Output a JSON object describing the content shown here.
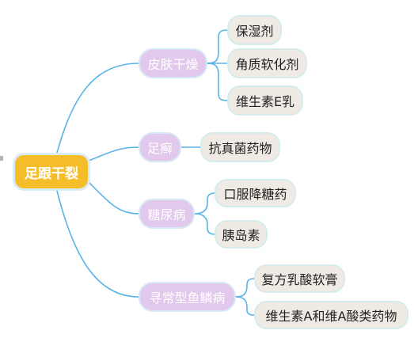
{
  "root": {
    "label": "足跟干裂"
  },
  "branches": [
    {
      "label": "皮肤干燥",
      "children": [
        "保湿剂",
        "角质软化剂",
        "维生素E乳"
      ]
    },
    {
      "label": "足癣",
      "children": [
        "抗真菌药物"
      ]
    },
    {
      "label": "糖尿病",
      "children": [
        "口服降糖药",
        "胰岛素"
      ]
    },
    {
      "label": "寻常型鱼鳞病",
      "children": [
        "复方乳酸软膏",
        "维生素A和维A酸类药物"
      ]
    }
  ],
  "colors": {
    "root_fill": "#f6bd2b",
    "branch_fill": "#e2c8ec",
    "leaf_fill": "#efeae4",
    "connector": "#58b4e8"
  }
}
